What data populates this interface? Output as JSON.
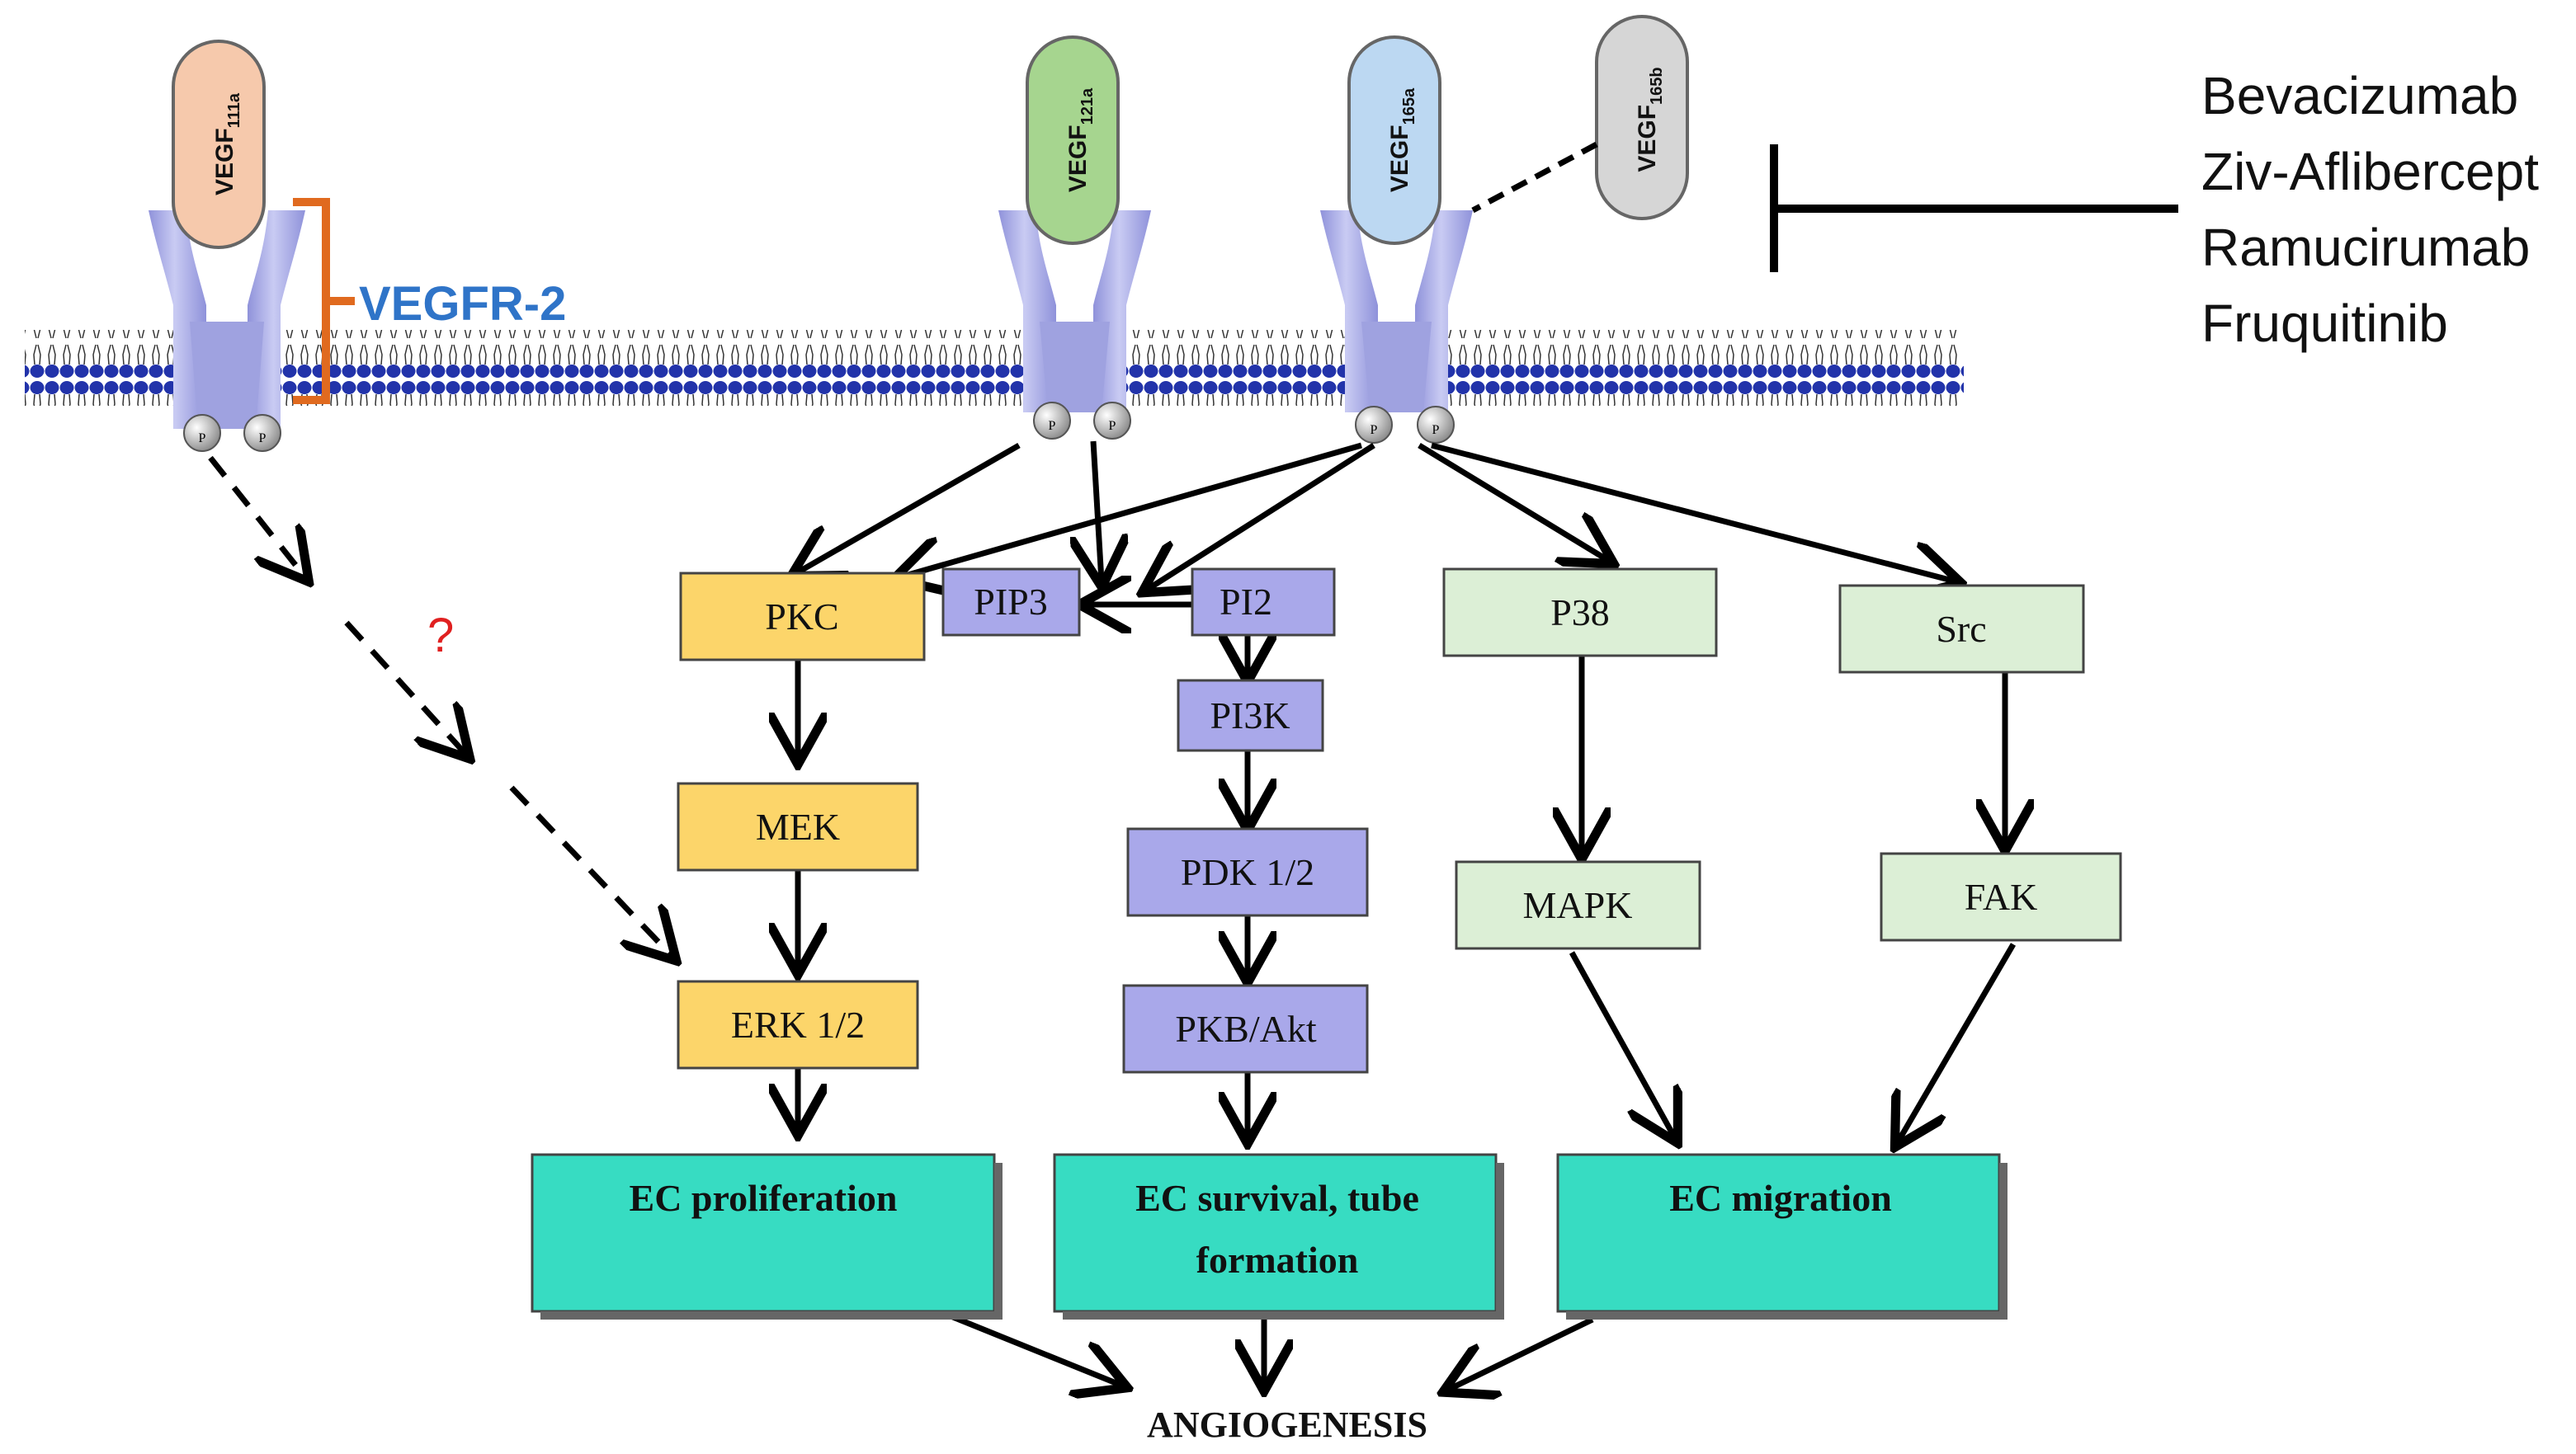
{
  "ligands": [
    {
      "id": "vegf111a",
      "base": "VEGF",
      "sub": "111a",
      "color": "#f6c9ac"
    },
    {
      "id": "vegf121a",
      "base": "VEGF",
      "sub": "121a",
      "color": "#a6d58f"
    },
    {
      "id": "vegf165a",
      "base": "VEGF",
      "sub": "165a",
      "color": "#bcd8f2"
    },
    {
      "id": "vegf165b",
      "base": "VEGF",
      "sub": "165b",
      "color": "#d6d6d6"
    }
  ],
  "receptor_label": "VEGFR-2",
  "phospho_label": "P",
  "drugs": [
    "Bevacizumab",
    "Ziv-Aflibercept",
    "Ramucirumab",
    "Fruquitinib"
  ],
  "unknown_marker": "?",
  "nodes": {
    "pkc": "PKC",
    "mek": "MEK",
    "erk": "ERK 1/2",
    "pip3": "PIP3",
    "pi2": "PI2",
    "pi3k": "PI3K",
    "pdk": "PDK 1/2",
    "pkb": "PKB/Akt",
    "p38": "P38",
    "mapk": "MAPK",
    "src": "Src",
    "fak": "FAK"
  },
  "outcomes": {
    "proliferation": "EC proliferation",
    "survival_line1": "EC survival, tube",
    "survival_line2": "formation",
    "migration": "EC migration"
  },
  "final_label": "ANGIOGENESIS",
  "colors": {
    "yellow": "#fcd56a",
    "purple": "#a9a8ea",
    "green": "#dcefd6",
    "teal": "#37dcc2",
    "receptor": "#a9abe6",
    "membrane": "#2233aa",
    "bracket": "#e06a1f",
    "receptor_text": "#2f74c8",
    "question": "#e02020"
  }
}
